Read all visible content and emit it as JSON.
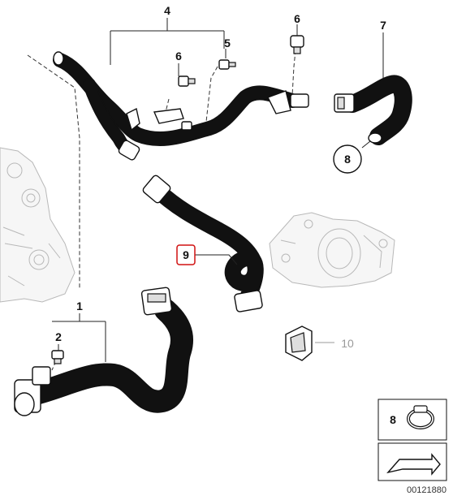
{
  "callouts": {
    "c1": "1",
    "c2": "2",
    "c4": "4",
    "c5": "5",
    "c6a": "6",
    "c6b": "6",
    "c7": "7",
    "c8": "8",
    "c9": "9",
    "c10": "10"
  },
  "inset": {
    "label": "8"
  },
  "diagram_id": "00121880",
  "colors": {
    "highlight": "#d01010",
    "ghost_part": "#a8a8a8",
    "line": "#111111"
  }
}
